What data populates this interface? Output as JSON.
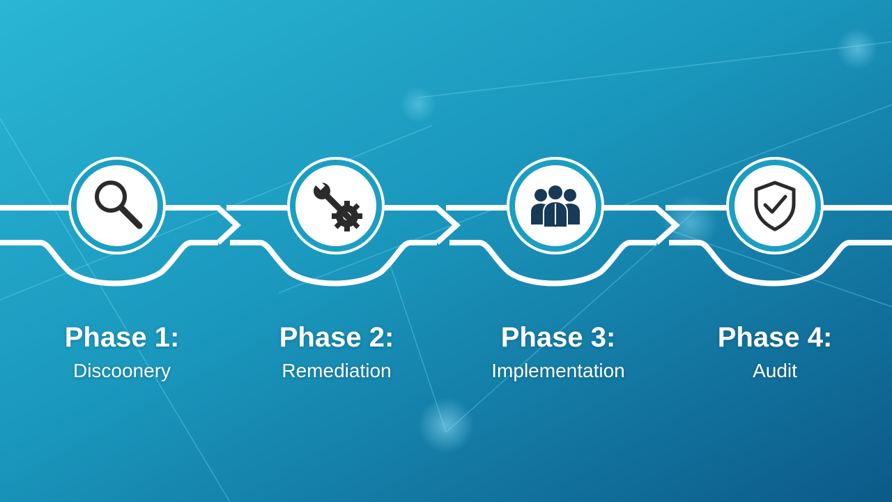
{
  "colors": {
    "bg_light": "#2ab4d2",
    "bg_mid": "#1893b8",
    "bg_dark": "#0d5f8c",
    "line": "#ffffff",
    "icon": "#2b2b2b",
    "icon_navy": "#173a57"
  },
  "phases": [
    {
      "title": "Phase 1:",
      "name": "Discoonery",
      "icon": "magnifier-icon"
    },
    {
      "title": "Phase 2:",
      "name": "Remediation",
      "icon": "wrench-gear-icon"
    },
    {
      "title": "Phase 3:",
      "name": "Implementation",
      "icon": "team-icon"
    },
    {
      "title": "Phase 4:",
      "name": "Audit",
      "icon": "shield-check-icon"
    }
  ]
}
